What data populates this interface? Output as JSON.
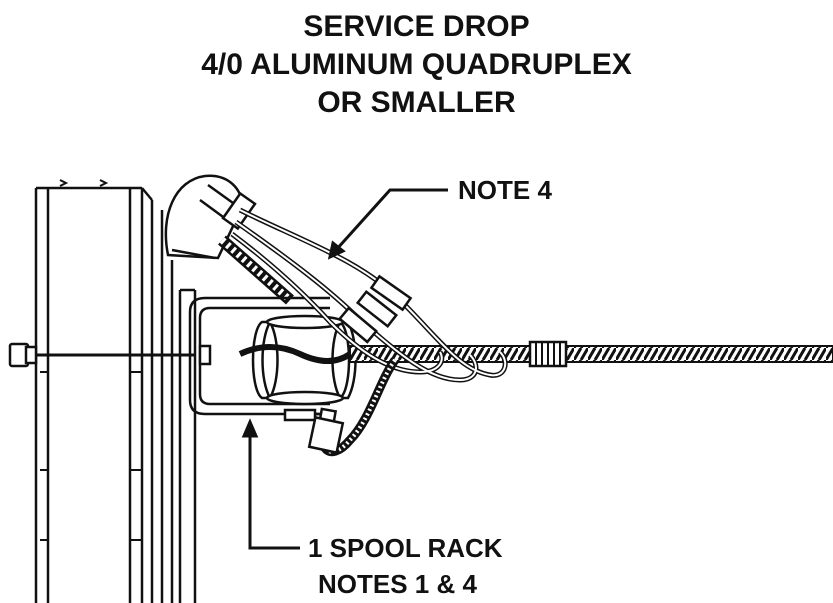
{
  "title": {
    "line1": "SERVICE DROP",
    "line2": "4/0 ALUMINUM QUADRUPLEX",
    "line3": "OR SMALLER"
  },
  "callouts": {
    "note4": "NOTE 4",
    "rack_line1": "1 SPOOL RACK",
    "rack_line2": "NOTES 1 & 4"
  }
}
